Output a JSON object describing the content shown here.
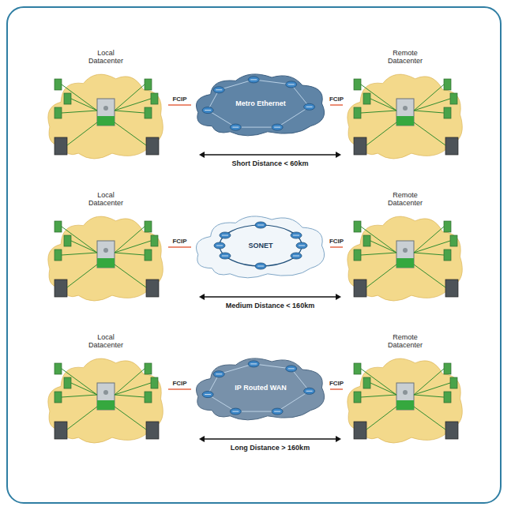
{
  "diagram": {
    "nodes": [
      {
        "text": [
          "Local Datacenter"
        ]
      },
      {
        "text": [
          "Metro Ethernet"
        ]
      },
      {
        "text": [
          "Remote Datacenter"
        ]
      },
      {
        "text": [
          "Local Datacenter"
        ]
      },
      {
        "text": [
          "SONET"
        ]
      },
      {
        "text": [
          "Remote Datacenter"
        ]
      },
      {
        "text": [
          "Local Datacenter"
        ]
      },
      {
        "text": [
          "IP Routed WAN"
        ]
      },
      {
        "text": [
          "Remote Datacenter"
        ]
      }
    ],
    "edges": [
      {
        "from": 0,
        "to": 1,
        "label": "FCIP",
        "arrow": "none"
      },
      {
        "from": 1,
        "to": 2,
        "label": "FCIP",
        "arrow": "none"
      },
      {
        "from": 3,
        "to": 4,
        "label": "FCIP",
        "arrow": "none"
      },
      {
        "from": 4,
        "to": 5,
        "label": "FCIP",
        "arrow": "none"
      },
      {
        "from": 6,
        "to": 7,
        "label": "FCIP",
        "arrow": "none"
      },
      {
        "from": 7,
        "to": 8,
        "label": "FCIP",
        "arrow": "none"
      }
    ],
    "labels": [
      "Short Distance < 60km",
      "Medium Distance < 160km",
      "Long Distance > 160km"
    ]
  }
}
